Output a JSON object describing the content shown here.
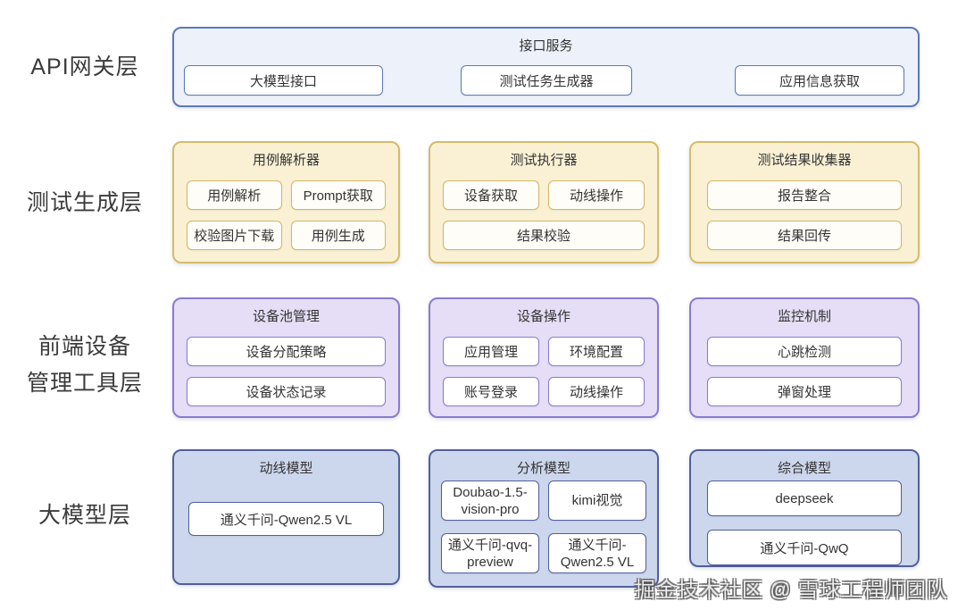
{
  "colors": {
    "gateway_fill": "#edf1fa",
    "gateway_border": "#5b79b9",
    "testgen_fill": "#faf1d5",
    "testgen_border": "#d7bb68",
    "device_fill": "#e5def6",
    "device_border": "#8a7ad0",
    "model_fill": "#ccd6ec",
    "model_border": "#515f9f",
    "node_fill": "#ffffff",
    "text": "#333333"
  },
  "layers": [
    {
      "label_lines": [
        "API网关层"
      ],
      "groups": [
        {
          "title": "接口服务",
          "buttons": [
            "大模型接口",
            "测试任务生成器",
            "应用信息获取"
          ]
        }
      ]
    },
    {
      "label_lines": [
        "测试生成层"
      ],
      "groups": [
        {
          "title": "用例解析器",
          "buttons": [
            "用例解析",
            "Prompt获取",
            "校验图片下载",
            "用例生成"
          ]
        },
        {
          "title": "测试执行器",
          "buttons": [
            "设备获取",
            "动线操作",
            "结果校验"
          ]
        },
        {
          "title": "测试结果收集器",
          "buttons": [
            "报告整合",
            "结果回传"
          ]
        }
      ]
    },
    {
      "label_lines": [
        "前端设备",
        "管理工具层"
      ],
      "groups": [
        {
          "title": "设备池管理",
          "buttons": [
            "设备分配策略",
            "设备状态记录"
          ]
        },
        {
          "title": "设备操作",
          "buttons": [
            "应用管理",
            "环境配置",
            "账号登录",
            "动线操作"
          ]
        },
        {
          "title": "监控机制",
          "buttons": [
            "心跳检测",
            "弹窗处理"
          ]
        }
      ]
    },
    {
      "label_lines": [
        "大模型层"
      ],
      "groups": [
        {
          "title": "动线模型",
          "buttons": [
            "通义千问-Qwen2.5 VL"
          ]
        },
        {
          "title": "分析模型",
          "buttons": [
            "Doubao-1.5-vision-pro",
            "kimi视觉",
            "通义千问-qvq-preview",
            "通义千问-Qwen2.5 VL"
          ]
        },
        {
          "title": "综合模型",
          "buttons": [
            "deepseek",
            "通义千问-QwQ"
          ]
        }
      ]
    }
  ],
  "watermark": "掘金技术社区 @ 雪球工程师团队"
}
